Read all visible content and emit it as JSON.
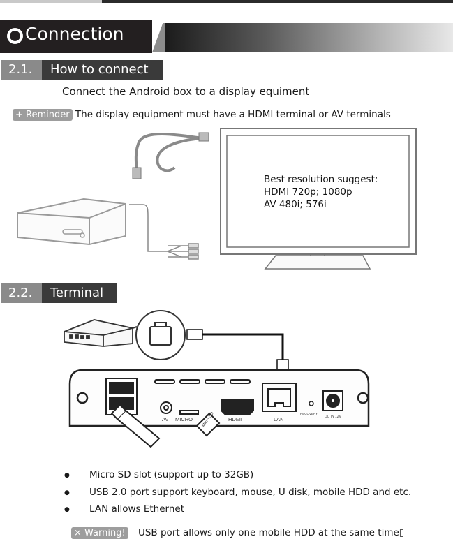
{
  "chapter": {
    "title": "Connection"
  },
  "sections": [
    {
      "number": "2.1.",
      "title": "How to connect"
    },
    {
      "number": "2.2.",
      "title": "Terminal"
    }
  ],
  "intro": "Connect the Android box to a display equiment",
  "reminder": {
    "tag": "+ Reminder",
    "text": "The display equipment must have a HDMI terminal or AV terminals"
  },
  "tv_note": [
    "Best resolution suggest:",
    "HDMI 720p; 1080p",
    "AV 480i; 576i"
  ],
  "port_labels": {
    "av": "AV",
    "micro": "MICRO",
    "hdmi": "HDMI",
    "lan": "LAN",
    "sd_card": "Micro SD",
    "recovery": "RECOVERY",
    "dc": "DC IN 12V"
  },
  "bullets": [
    "Micro SD slot (support up to 32GB)",
    "USB 2.0 port support keyboard, mouse, U disk, mobile HDD and etc.",
    "LAN allows Ethernet"
  ],
  "warning": {
    "tag": "× Warning!",
    "text": "USB port allows only one mobile HDD at the same time▯"
  },
  "colors": {
    "dark": "#231f20",
    "tag_gray": "#9d9d9d",
    "section_num": "#8a8a8a",
    "section_title": "#3a3a3a"
  }
}
